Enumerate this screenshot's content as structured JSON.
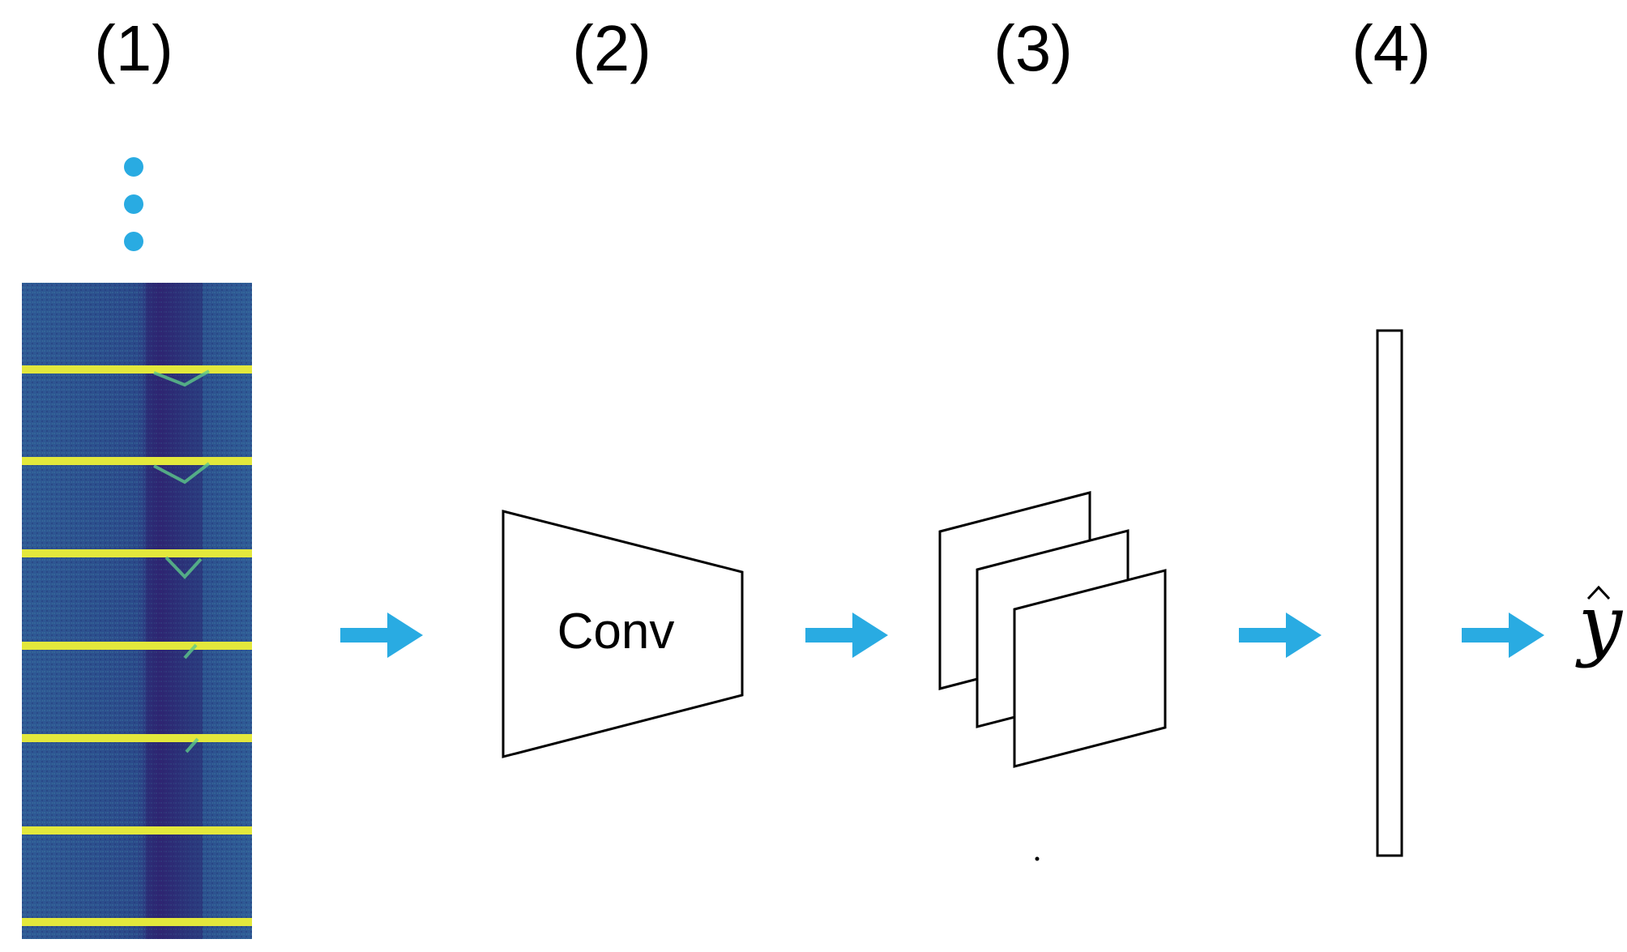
{
  "stages": [
    {
      "label": "(1)"
    },
    {
      "label": "(2)"
    },
    {
      "label": "(3)"
    },
    {
      "label": "(4)"
    }
  ],
  "conv_block": {
    "label": "Conv"
  },
  "output": {
    "symbol": "y"
  },
  "colors": {
    "arrow": "#29abe2",
    "dots": "#29abe2",
    "input_background": "#2e4a8c",
    "input_stripes": "#e6e840",
    "outline": "#000000"
  }
}
